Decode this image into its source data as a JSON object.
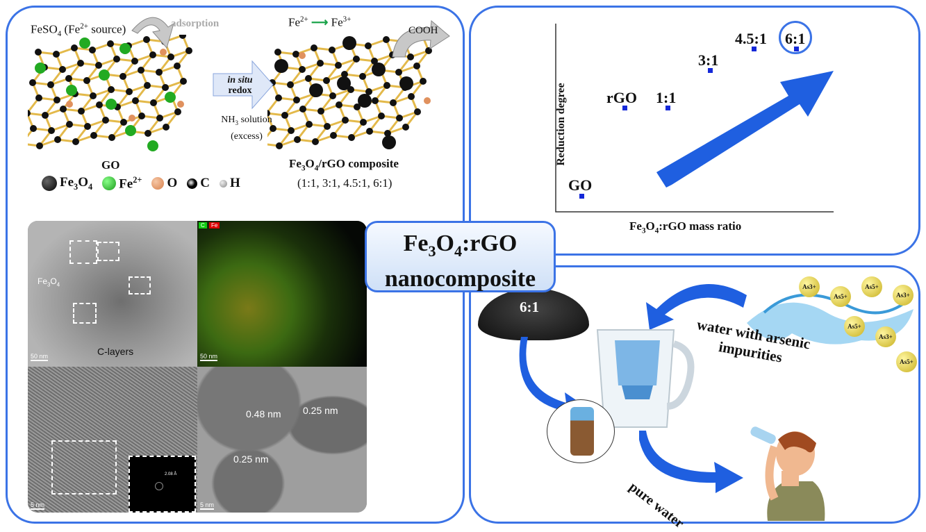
{
  "synthesis": {
    "feso4_label": "FeSO",
    "feso4_sub": "4",
    "feso4_rest": " (Fe",
    "feso4_sup": "2+",
    "feso4_end": " source)",
    "adsorption": "adsorption",
    "redox_italic": "in situ",
    "redox": "redox",
    "nh3": "NH",
    "nh3_sub": "3",
    "nh3_rest": " solution",
    "excess": "(excess)",
    "fe2": "Fe",
    "fe2_sup": "2+",
    "fe3": "Fe",
    "fe3_sup": "3+",
    "cooh": "COOH",
    "go": "GO",
    "composite_a": "Fe",
    "composite_s1": "3",
    "composite_b": "O",
    "composite_s2": "4",
    "composite_c": "/rGO composite",
    "ratios": "(1:1, 3:1, 4.5:1, 6:1)",
    "legend": [
      {
        "label": "Fe",
        "sub": "3",
        "label2": "O",
        "sub2": "4",
        "color": "#111111"
      },
      {
        "label": "Fe",
        "sup": "2+",
        "color": "#22aa22"
      },
      {
        "label": "O",
        "color": "#e0915e"
      },
      {
        "label": "C",
        "color": "#222222"
      },
      {
        "label": "H",
        "color": "#aaaaaa"
      }
    ]
  },
  "tem": {
    "fe3o4": "Fe",
    "fe3o4_s1": "3",
    "fe3o4_b": "O",
    "fe3o4_s2": "4",
    "c_layers": "C-layers",
    "map_c": "C",
    "map_fe": "Fe",
    "scale_50a": "50 nm",
    "scale_50b": "50 nm",
    "scale_5a": "5 nm",
    "scale_5b": "5 nm",
    "fft_label": "2.08 Å",
    "d1": "0.48 nm",
    "d2": "0.25 nm",
    "d3": "0.25 nm"
  },
  "center": {
    "line1_a": "Fe",
    "line1_s1": "3",
    "line1_b": "O",
    "line1_s2": "4",
    "line1_c": ":rGO",
    "line2": "nanocomposite"
  },
  "plot": {
    "ylabel": "Reduction degree",
    "xlabel_a": "Fe",
    "xlabel_s1": "3",
    "xlabel_b": "O",
    "xlabel_s2": "4",
    "xlabel_c": ":rGO mass ratio",
    "points": [
      "GO",
      "rGO",
      "1:1",
      "3:1",
      "4.5:1",
      "6:1"
    ],
    "highlighted": "6:1"
  },
  "application": {
    "powder_label": "6:1",
    "water_label_1": "water with arsenic",
    "water_label_2": "impurities",
    "pure_water": "pure water",
    "ions": [
      "As3+",
      "As5+",
      "As5+",
      "As3+",
      "As5+",
      "As3+",
      "As5+"
    ]
  },
  "colors": {
    "accent": "#3b73e6",
    "arrow": "#1f5fe0",
    "point": "#1428d8"
  }
}
